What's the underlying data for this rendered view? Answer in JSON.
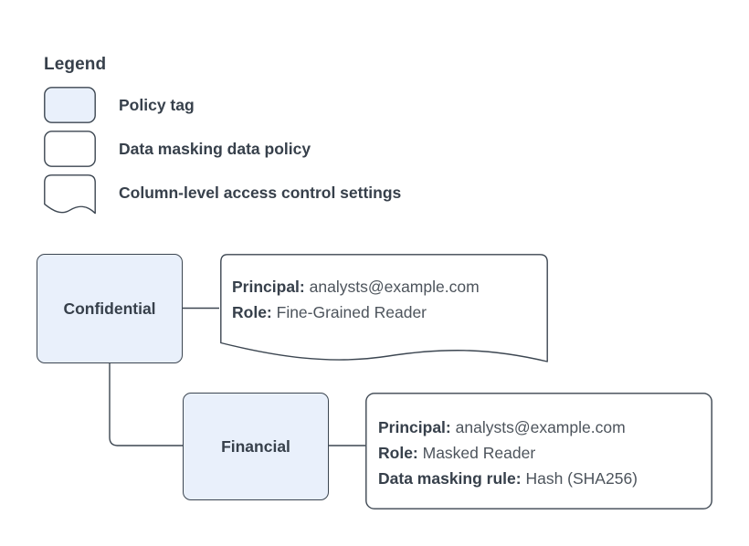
{
  "legend": {
    "title": "Legend",
    "items": [
      {
        "label": "Policy tag",
        "swatch": "rounded-filled-swatch",
        "fill": "#e9f0fb"
      },
      {
        "label": "Data masking data policy",
        "swatch": "rounded-empty-swatch",
        "fill": "#ffffff"
      },
      {
        "label": "Column-level access control settings",
        "swatch": "wavy-document-swatch",
        "fill": "#ffffff"
      }
    ]
  },
  "diagram": {
    "nodes": [
      {
        "id": "confidential",
        "label": "Confidential"
      },
      {
        "id": "financial",
        "label": "Financial"
      }
    ],
    "callouts": [
      {
        "id": "confidential-access-settings",
        "shape": "wavy-document",
        "lines": [
          {
            "label": "Principal:",
            "value": "analysts@example.com"
          },
          {
            "label": "Role:",
            "value": "Fine-Grained Reader"
          }
        ]
      },
      {
        "id": "financial-masking-policy",
        "shape": "rounded-rect",
        "lines": [
          {
            "label": "Principal:",
            "value": "analysts@example.com"
          },
          {
            "label": "Role:",
            "value": "Masked Reader"
          },
          {
            "label": "Data masking rule:",
            "value": "Hash (SHA256)"
          }
        ]
      }
    ]
  },
  "colors": {
    "node_fill": "#e9f0fb",
    "stroke": "#3c4651",
    "text": "#37404b",
    "value_text": "#4d545c",
    "background": "#ffffff"
  }
}
